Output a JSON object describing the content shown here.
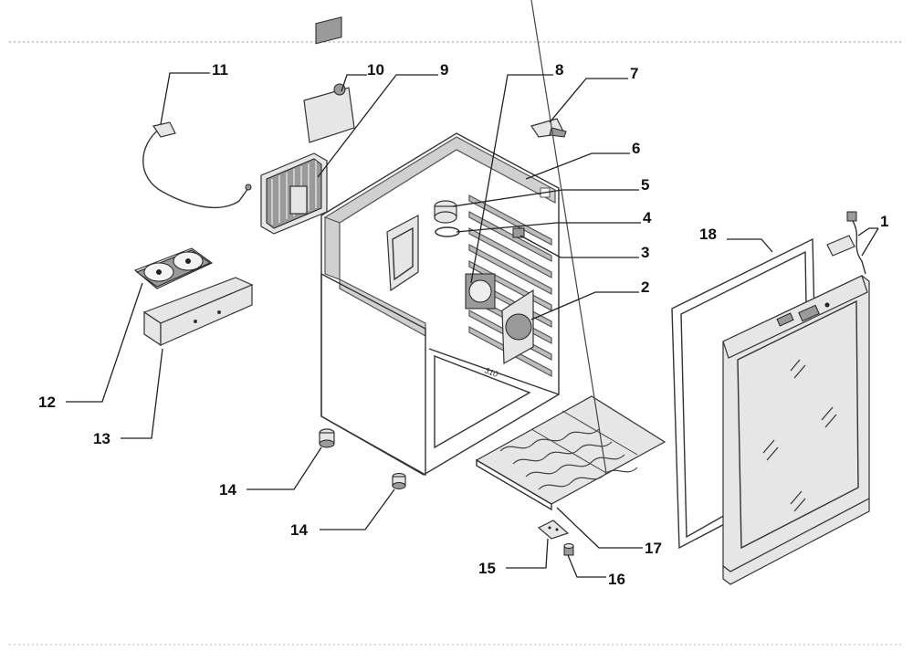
{
  "diagram": {
    "callouts": [
      {
        "id": "1",
        "text": "1"
      },
      {
        "id": "2",
        "text": "2"
      },
      {
        "id": "3",
        "text": "3"
      },
      {
        "id": "4",
        "text": "4"
      },
      {
        "id": "5",
        "text": "5"
      },
      {
        "id": "6",
        "text": "6"
      },
      {
        "id": "7",
        "text": "7"
      },
      {
        "id": "8",
        "text": "8"
      },
      {
        "id": "9",
        "text": "9"
      },
      {
        "id": "10",
        "text": "10"
      },
      {
        "id": "11",
        "text": "11"
      },
      {
        "id": "12",
        "text": "12"
      },
      {
        "id": "13",
        "text": "13"
      },
      {
        "id": "14a",
        "text": "14"
      },
      {
        "id": "14b",
        "text": "14"
      },
      {
        "id": "15",
        "text": "15"
      },
      {
        "id": "16",
        "text": "16"
      },
      {
        "id": "17",
        "text": "17"
      },
      {
        "id": "18",
        "text": "18"
      }
    ],
    "cabinet_marking": "310"
  }
}
